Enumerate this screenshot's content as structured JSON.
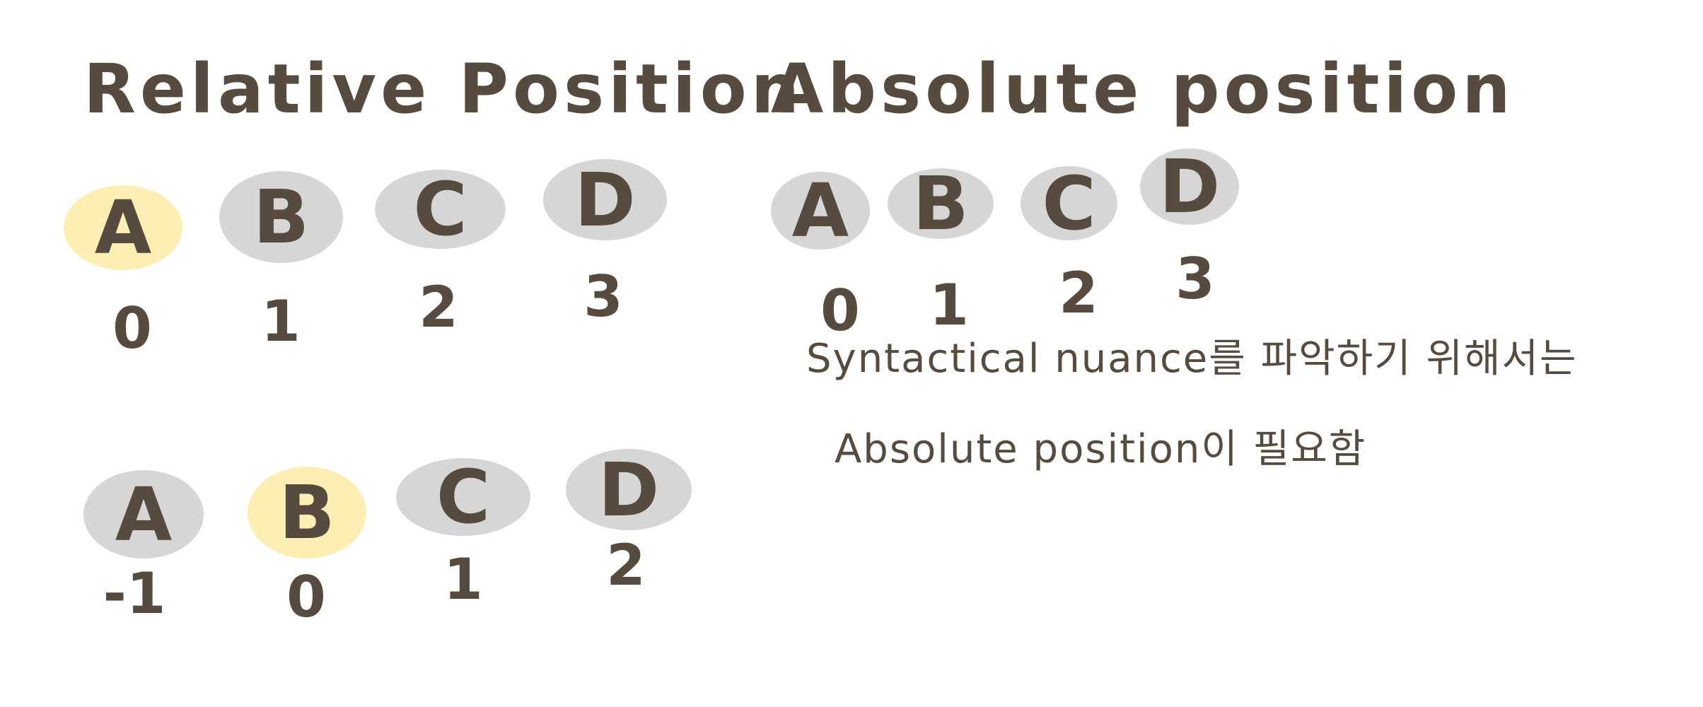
{
  "colors": {
    "ink": "#574a3e",
    "token_gray": "#d6d6d6",
    "token_highlight": "#fdeeb3",
    "background": "#ffffff"
  },
  "relative": {
    "title": "Relative Position",
    "row1": {
      "tokens": [
        "A",
        "B",
        "C",
        "D"
      ],
      "indices": [
        "0",
        "1",
        "2",
        "3"
      ],
      "highlighted": "A"
    },
    "row2": {
      "tokens": [
        "A",
        "B",
        "C",
        "D"
      ],
      "indices": [
        "-1",
        "0",
        "1",
        "2"
      ],
      "highlighted": "B"
    }
  },
  "absolute": {
    "title": "Absolute position",
    "tokens": [
      "A",
      "B",
      "C",
      "D"
    ],
    "indices": [
      "0",
      "1",
      "2",
      "3"
    ]
  },
  "note": {
    "line1": "Syntactical nuance를 파악하기 위해서는",
    "line2": "Absolute position이 필요함"
  }
}
